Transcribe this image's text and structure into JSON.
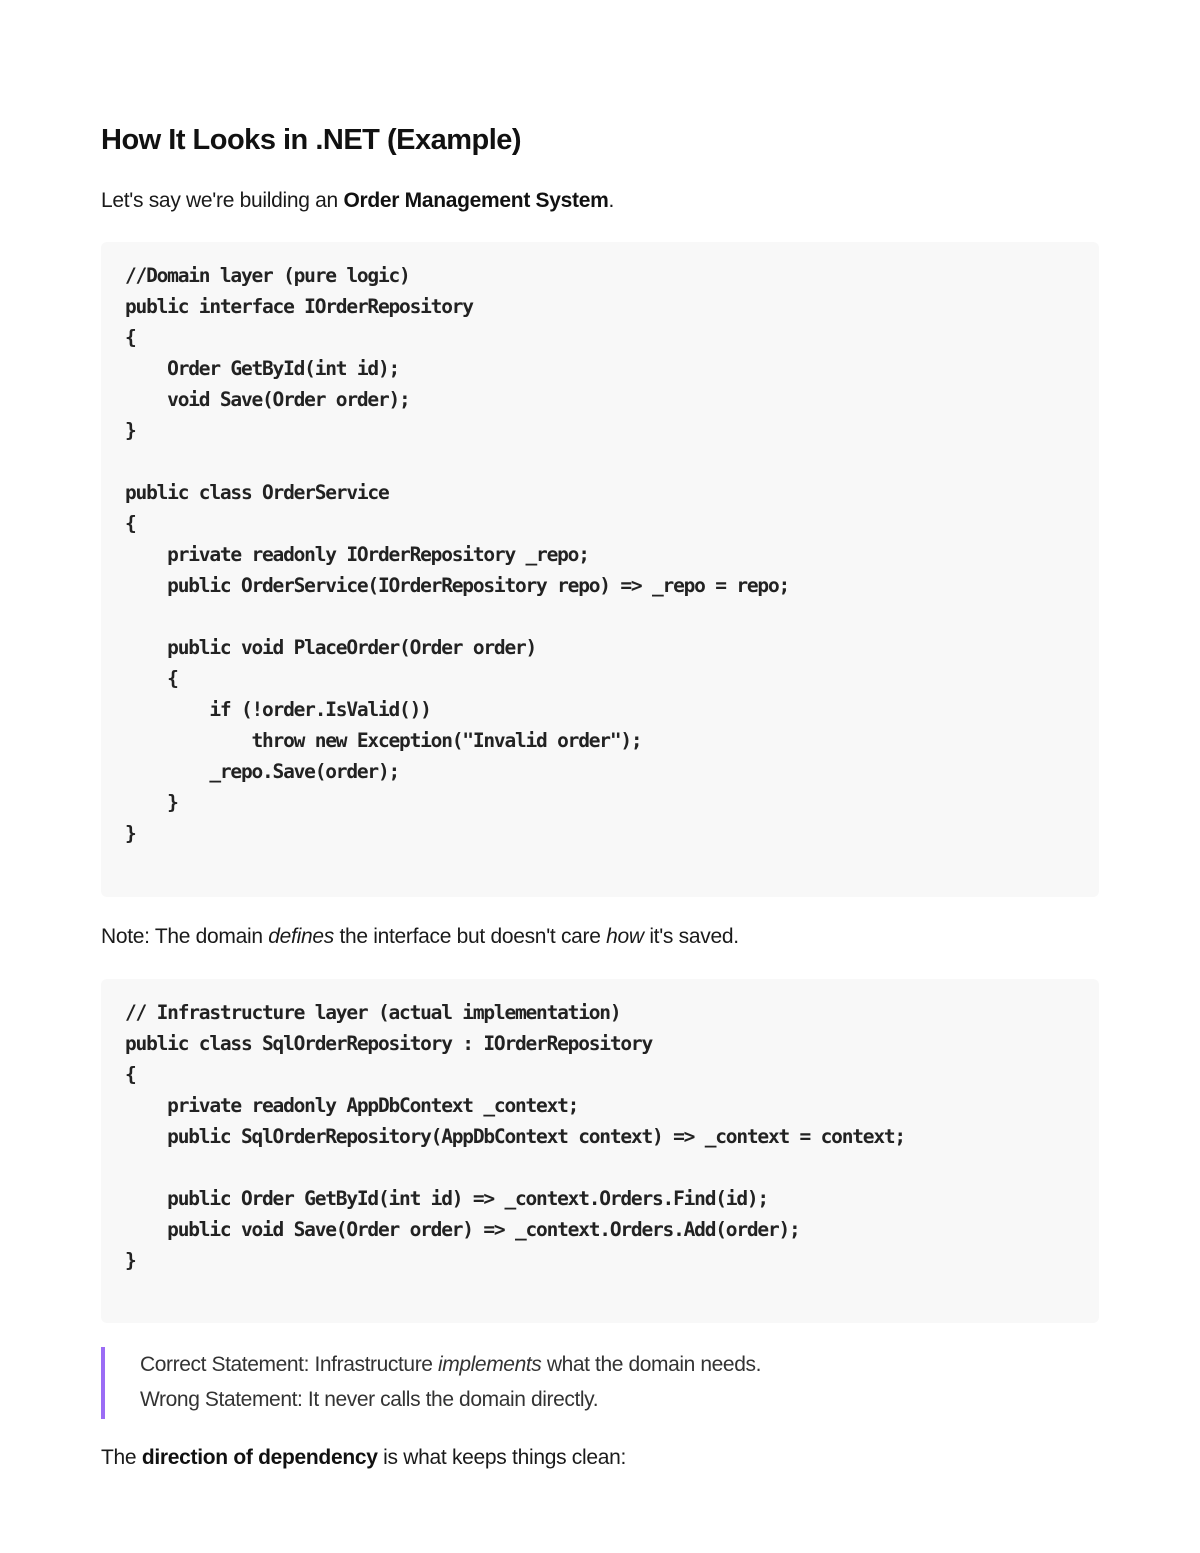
{
  "heading": "How It Looks in .NET (Example)",
  "intro": {
    "prefix": "Let's say we're building an ",
    "bold": "Order Management System",
    "suffix": "."
  },
  "code_block_1": {
    "language": "csharp",
    "code": "//Domain layer (pure logic)\npublic interface IOrderRepository\n{\n    Order GetById(int id);\n    void Save(Order order);\n}\n\npublic class OrderService\n{\n    private readonly IOrderRepository _repo;\n    public OrderService(IOrderRepository repo) => _repo = repo;\n\n    public void PlaceOrder(Order order)\n    {\n        if (!order.IsValid())\n            throw new Exception(\"Invalid order\");\n        _repo.Save(order);\n    }\n}"
  },
  "note": {
    "part1": "Note: The domain ",
    "italic1": "defines",
    "part2": " the interface but doesn't care ",
    "italic2": "how",
    "part3": " it's saved."
  },
  "code_block_2": {
    "language": "csharp",
    "code": "// Infrastructure layer (actual implementation)\npublic class SqlOrderRepository : IOrderRepository\n{\n    private readonly AppDbContext _context;\n    public SqlOrderRepository(AppDbContext context) => _context = context;\n\n    public Order GetById(int id) => _context.Orders.Find(id);\n    public void Save(Order order) => _context.Orders.Add(order);\n}"
  },
  "blockquote": {
    "line1_prefix": "Correct Statement: Infrastructure ",
    "line1_italic": "implements",
    "line1_suffix": " what the domain needs.",
    "line2": "Wrong Statement: It never calls the domain directly.",
    "border_color": "#9b6cf5"
  },
  "direction": {
    "prefix": "The ",
    "bold": "direction of dependency",
    "suffix": " is what keeps things clean:"
  }
}
